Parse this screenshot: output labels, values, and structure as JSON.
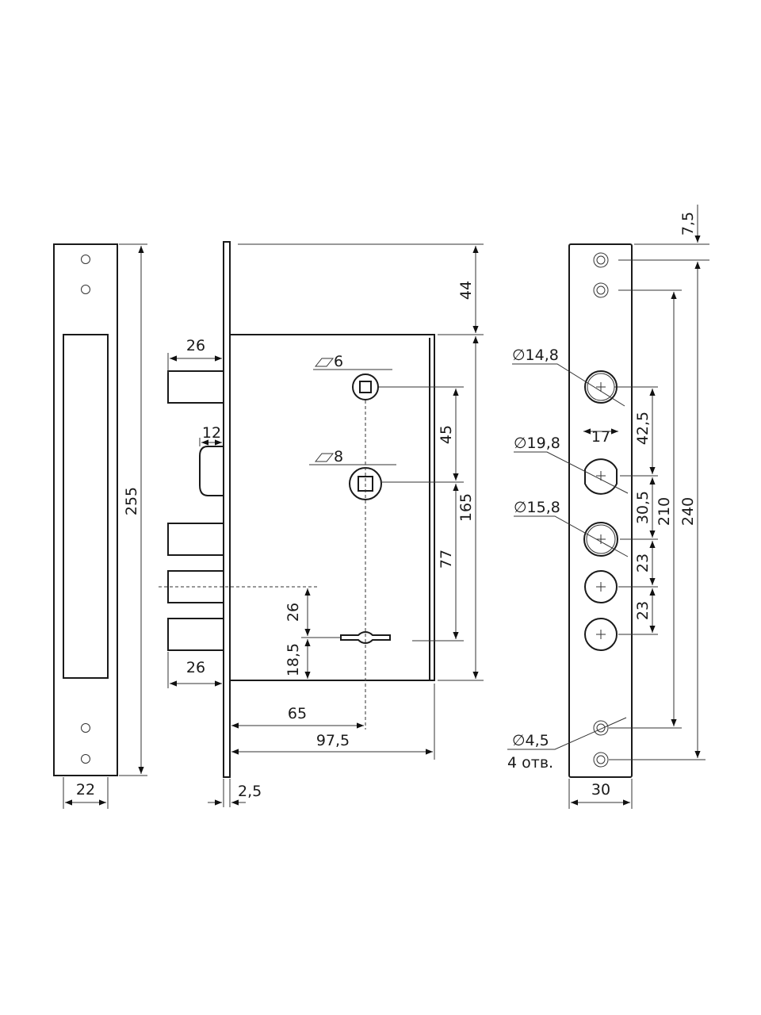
{
  "strike_plate": {
    "height": "255",
    "width": "22"
  },
  "lock_body": {
    "top_offset": "44",
    "body_height": "165",
    "bolt_top_projection": "26",
    "latch_projection": "12",
    "bolt_bottom_projection": "26",
    "spindle_upper_square": "6",
    "spindle_lower_square": "8",
    "spindle_spacing": "45",
    "spindle_to_keyhole": "77",
    "keyhole_to_axis": "26",
    "keyhole_to_bottom": "18,5",
    "backset": "65",
    "body_depth": "97,5",
    "faceplate_thickness": "2,5"
  },
  "faceplate": {
    "top_hole_offset": "7,5",
    "hole1_diameter": "∅14,8",
    "hole2_diameter": "∅19,8",
    "hole2_flat_width": "17",
    "hole3_diameter": "∅15,8",
    "spacing_1_2": "42,5",
    "spacing_2_3": "30,5",
    "spacing_3_4": "23",
    "spacing_4_5": "23",
    "inner_holes_distance": "210",
    "outer_holes_distance": "240",
    "screw_hole_diameter": "∅4,5",
    "screw_hole_count": "4 отв.",
    "width": "30"
  }
}
